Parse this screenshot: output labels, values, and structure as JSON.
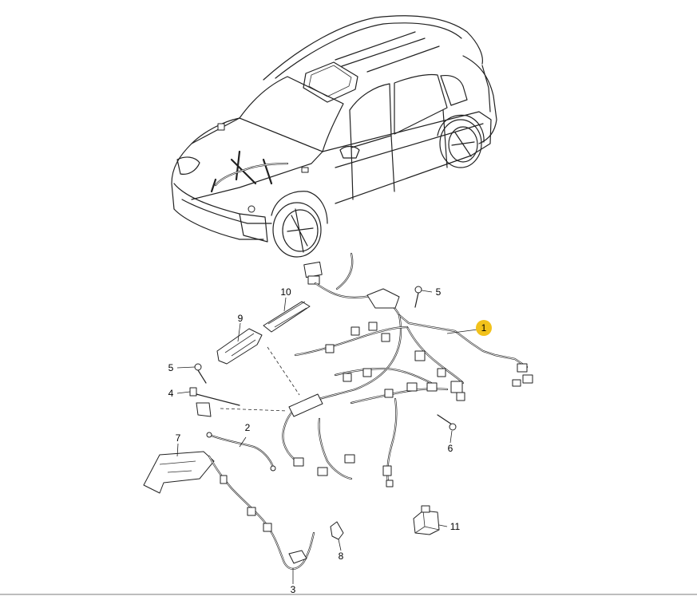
{
  "callouts": [
    {
      "id": "c1",
      "label": "1",
      "highlighted": true
    },
    {
      "id": "c2",
      "label": "2"
    },
    {
      "id": "c3",
      "label": "3"
    },
    {
      "id": "c4",
      "label": "4"
    },
    {
      "id": "c5a",
      "label": "5"
    },
    {
      "id": "c5b",
      "label": "5"
    },
    {
      "id": "c6",
      "label": "6"
    },
    {
      "id": "c7",
      "label": "7"
    },
    {
      "id": "c8",
      "label": "8"
    },
    {
      "id": "c9",
      "label": "9"
    },
    {
      "id": "c10",
      "label": "10"
    },
    {
      "id": "c11",
      "label": "11"
    }
  ],
  "colors": {
    "highlight": "#f2c21b",
    "line": "#222222",
    "background": "#ffffff",
    "rule": "#bdbdbd"
  },
  "icons": {
    "vehicle": "suv-outline-icon",
    "harness": "wiring-harness-icon"
  }
}
